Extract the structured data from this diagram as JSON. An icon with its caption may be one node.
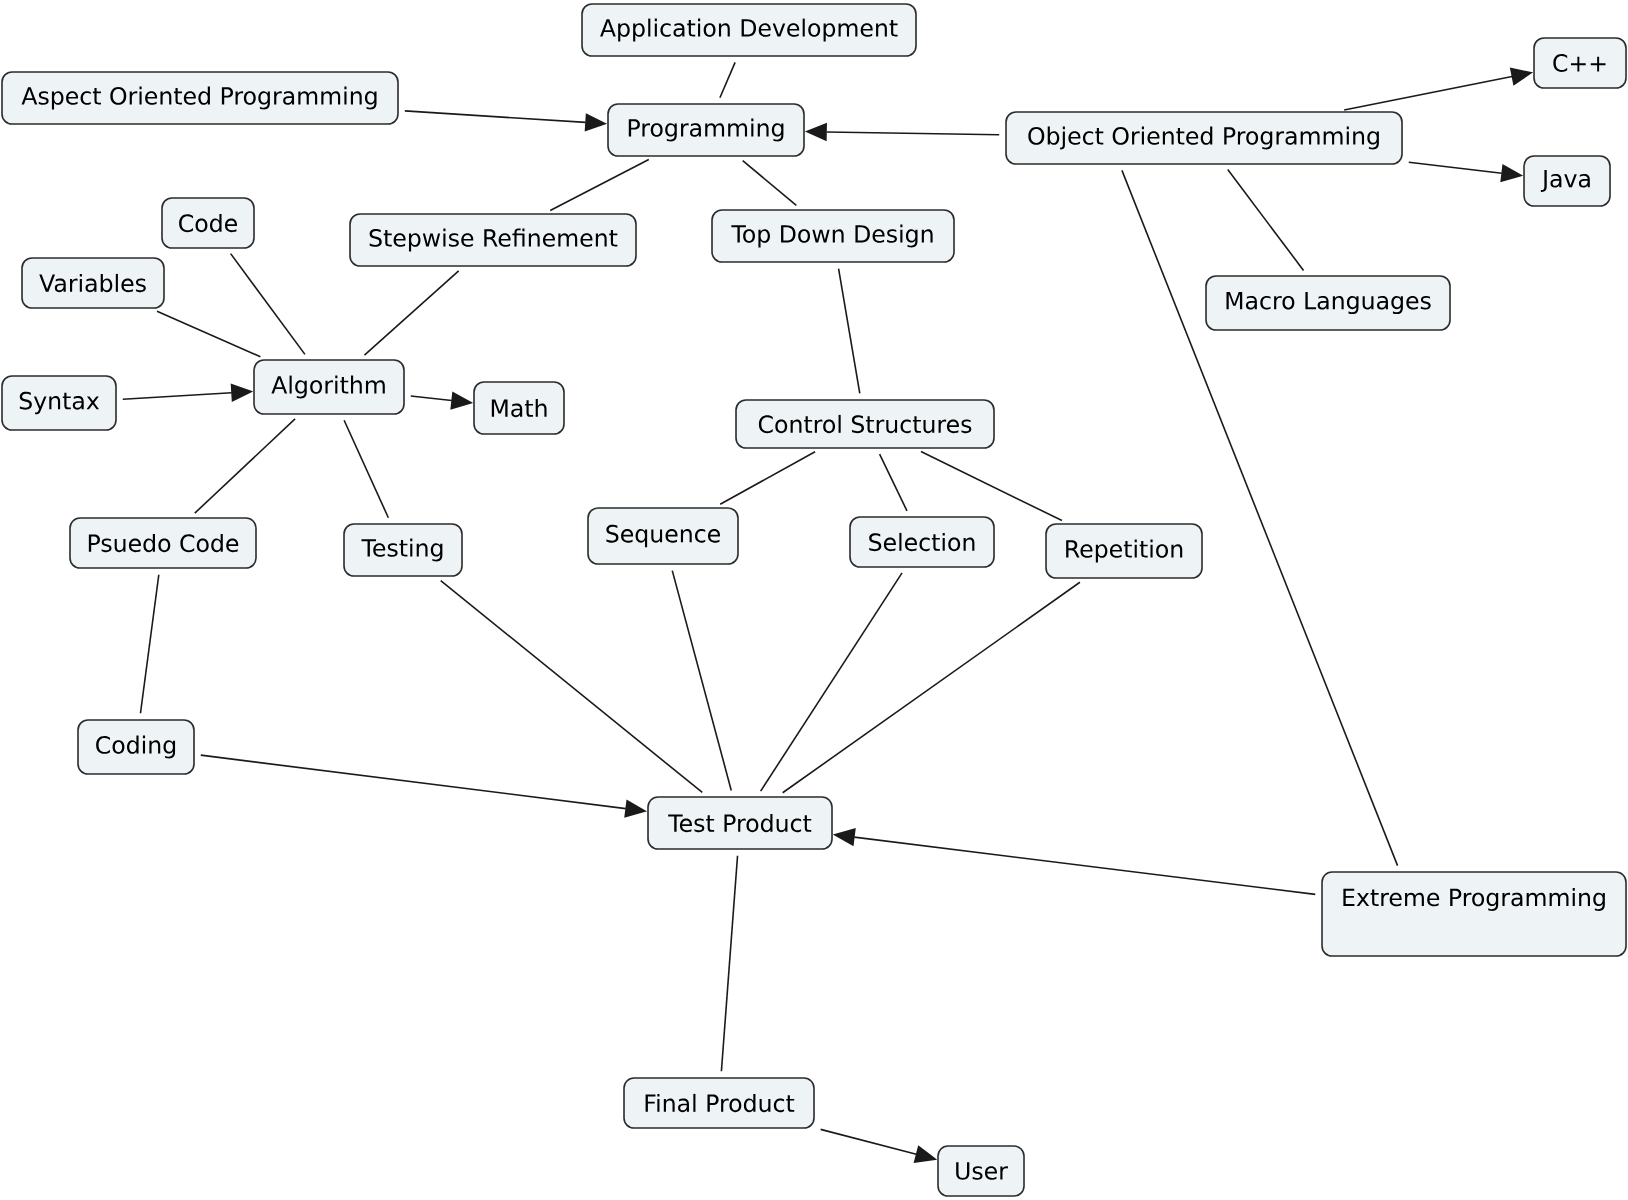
{
  "diagram": {
    "nodes": [
      {
        "text": [
          "Application Development"
        ]
      },
      {
        "text": [
          "Aspect Oriented Programming"
        ]
      },
      {
        "text": [
          "Programming"
        ]
      },
      {
        "text": [
          "Object Oriented Programming"
        ]
      },
      {
        "text": [
          "C++"
        ]
      },
      {
        "text": [
          "Java"
        ]
      },
      {
        "text": [
          "Code"
        ]
      },
      {
        "text": [
          "Stepwise Refinement"
        ]
      },
      {
        "text": [
          "Top Down Design"
        ]
      },
      {
        "text": [
          "Variables"
        ]
      },
      {
        "text": [
          "Macro Languages"
        ]
      },
      {
        "text": [
          "Syntax"
        ]
      },
      {
        "text": [
          "Algorithm"
        ]
      },
      {
        "text": [
          "Math"
        ]
      },
      {
        "text": [
          "Control Structures"
        ]
      },
      {
        "text": [
          "Psuedo Code"
        ]
      },
      {
        "text": [
          "Testing"
        ]
      },
      {
        "text": [
          "Sequence"
        ]
      },
      {
        "text": [
          "Selection"
        ]
      },
      {
        "text": [
          "Repetition"
        ]
      },
      {
        "text": [
          "Coding"
        ]
      },
      {
        "text": [
          "Test Product"
        ]
      },
      {
        "text": [
          "Extreme Programming"
        ]
      },
      {
        "text": [
          "Final Product"
        ]
      },
      {
        "text": [
          "User"
        ]
      }
    ],
    "edges": [
      {
        "from": 0,
        "to": 2,
        "arrow": "none"
      },
      {
        "from": 1,
        "to": 2,
        "arrow": "to"
      },
      {
        "from": 3,
        "to": 2,
        "arrow": "to"
      },
      {
        "from": 3,
        "to": 4,
        "arrow": "to"
      },
      {
        "from": 3,
        "to": 5,
        "arrow": "to"
      },
      {
        "from": 2,
        "to": 7,
        "arrow": "none"
      },
      {
        "from": 2,
        "to": 8,
        "arrow": "none"
      },
      {
        "from": 3,
        "to": 10,
        "arrow": "none"
      },
      {
        "from": 3,
        "to": 22,
        "arrow": "none"
      },
      {
        "from": 6,
        "to": 12,
        "arrow": "none"
      },
      {
        "from": 9,
        "to": 12,
        "arrow": "none"
      },
      {
        "from": 7,
        "to": 12,
        "arrow": "none"
      },
      {
        "from": 11,
        "to": 12,
        "arrow": "to"
      },
      {
        "from": 12,
        "to": 13,
        "arrow": "to"
      },
      {
        "from": 12,
        "to": 15,
        "arrow": "none"
      },
      {
        "from": 12,
        "to": 16,
        "arrow": "none"
      },
      {
        "from": 8,
        "to": 14,
        "arrow": "none"
      },
      {
        "from": 14,
        "to": 17,
        "arrow": "none"
      },
      {
        "from": 14,
        "to": 18,
        "arrow": "none"
      },
      {
        "from": 14,
        "to": 19,
        "arrow": "none"
      },
      {
        "from": 15,
        "to": 20,
        "arrow": "none"
      },
      {
        "from": 20,
        "to": 21,
        "arrow": "to"
      },
      {
        "from": 16,
        "to": 21,
        "arrow": "none"
      },
      {
        "from": 17,
        "to": 21,
        "arrow": "none"
      },
      {
        "from": 18,
        "to": 21,
        "arrow": "none"
      },
      {
        "from": 19,
        "to": 21,
        "arrow": "none"
      },
      {
        "from": 22,
        "to": 21,
        "arrow": "to"
      },
      {
        "from": 21,
        "to": 23,
        "arrow": "none"
      },
      {
        "from": 23,
        "to": 24,
        "arrow": "to"
      }
    ]
  }
}
